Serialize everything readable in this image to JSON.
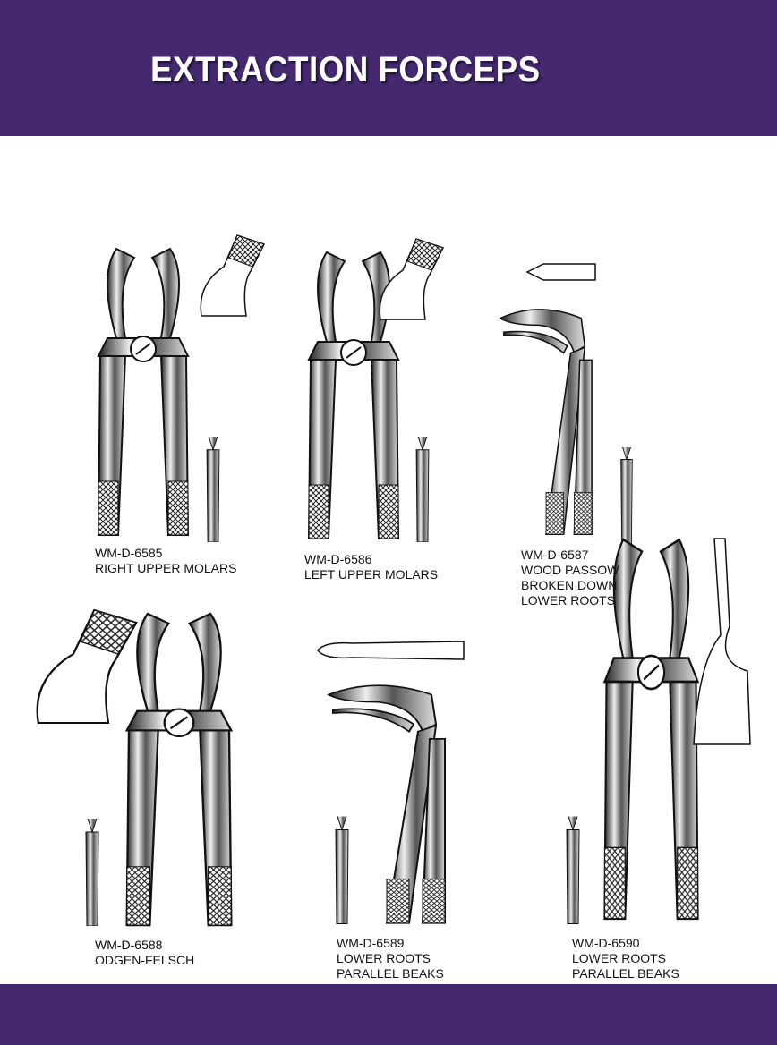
{
  "header": {
    "title": "EXTRACTION FORCEPS"
  },
  "items": [
    {
      "code": "WM-D-6585",
      "lines": [
        "RIGHT UPPER MOLARS"
      ]
    },
    {
      "code": "WM-D-6586",
      "lines": [
        "LEFT UPPER MOLARS"
      ]
    },
    {
      "code": "WM-D-6587",
      "lines": [
        "WOOD PASSOW",
        "BROKEN DOWN",
        "LOWER ROOTS"
      ]
    },
    {
      "code": "WM-D-6588",
      "lines": [
        "ODGEN-FELSCH"
      ]
    },
    {
      "code": "WM-D-6589",
      "lines": [
        "LOWER ROOTS",
        "PARALLEL BEAKS"
      ]
    },
    {
      "code": "WM-D-6590",
      "lines": [
        "LOWER ROOTS",
        "PARALLEL BEAKS"
      ]
    }
  ]
}
